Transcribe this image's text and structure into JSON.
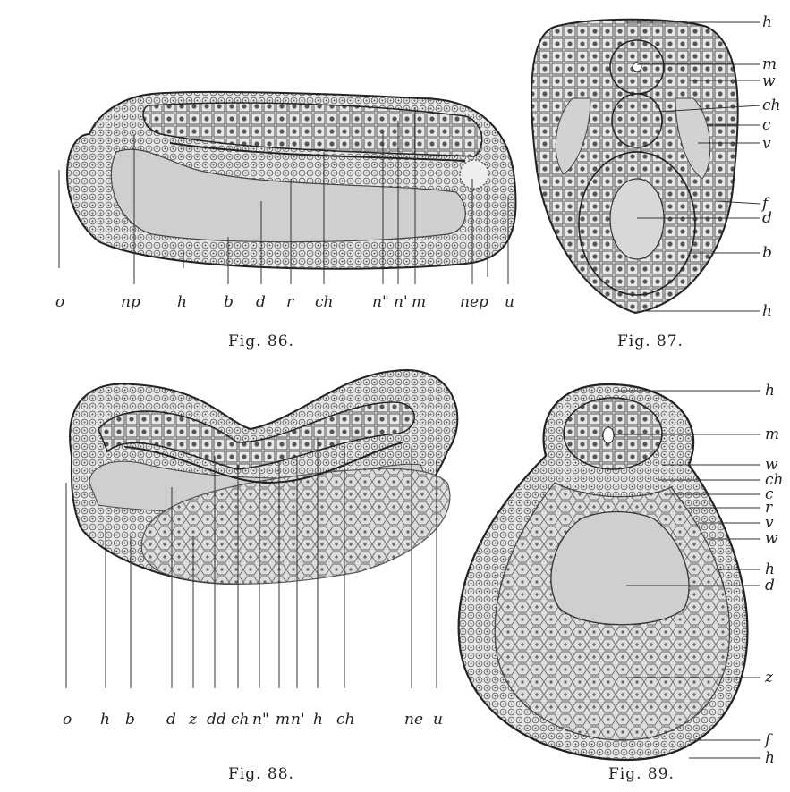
{
  "figures": {
    "fig86": {
      "caption": "Fig. 86.",
      "labels": [
        "o",
        "np",
        "h",
        "b",
        "d",
        "r",
        "ch",
        "n\"",
        "n'",
        "m",
        "nep",
        "u"
      ]
    },
    "fig87": {
      "caption": "Fig. 87.",
      "labels": [
        "h",
        "m",
        "w",
        "ch",
        "c",
        "v",
        "f",
        "d",
        "b",
        "h"
      ]
    },
    "fig88": {
      "caption": "Fig. 88.",
      "labels": [
        "o",
        "h",
        "b",
        "d",
        "z",
        "dd",
        "ch",
        "n\"",
        "m",
        "n'",
        "h",
        "ch",
        "ne",
        "u"
      ]
    },
    "fig89": {
      "caption": "Fig. 89.",
      "labels": [
        "h",
        "m",
        "w",
        "ch",
        "c",
        "r",
        "v",
        "w",
        "h",
        "d",
        "z",
        "f",
        "h"
      ]
    }
  },
  "colors": {
    "ink": "#222222",
    "tissue_fill": "#e2e2e2",
    "cavity_fill": "#cfcfcf",
    "yolk_fill": "#d8d8d8",
    "paper": "#ffffff"
  }
}
